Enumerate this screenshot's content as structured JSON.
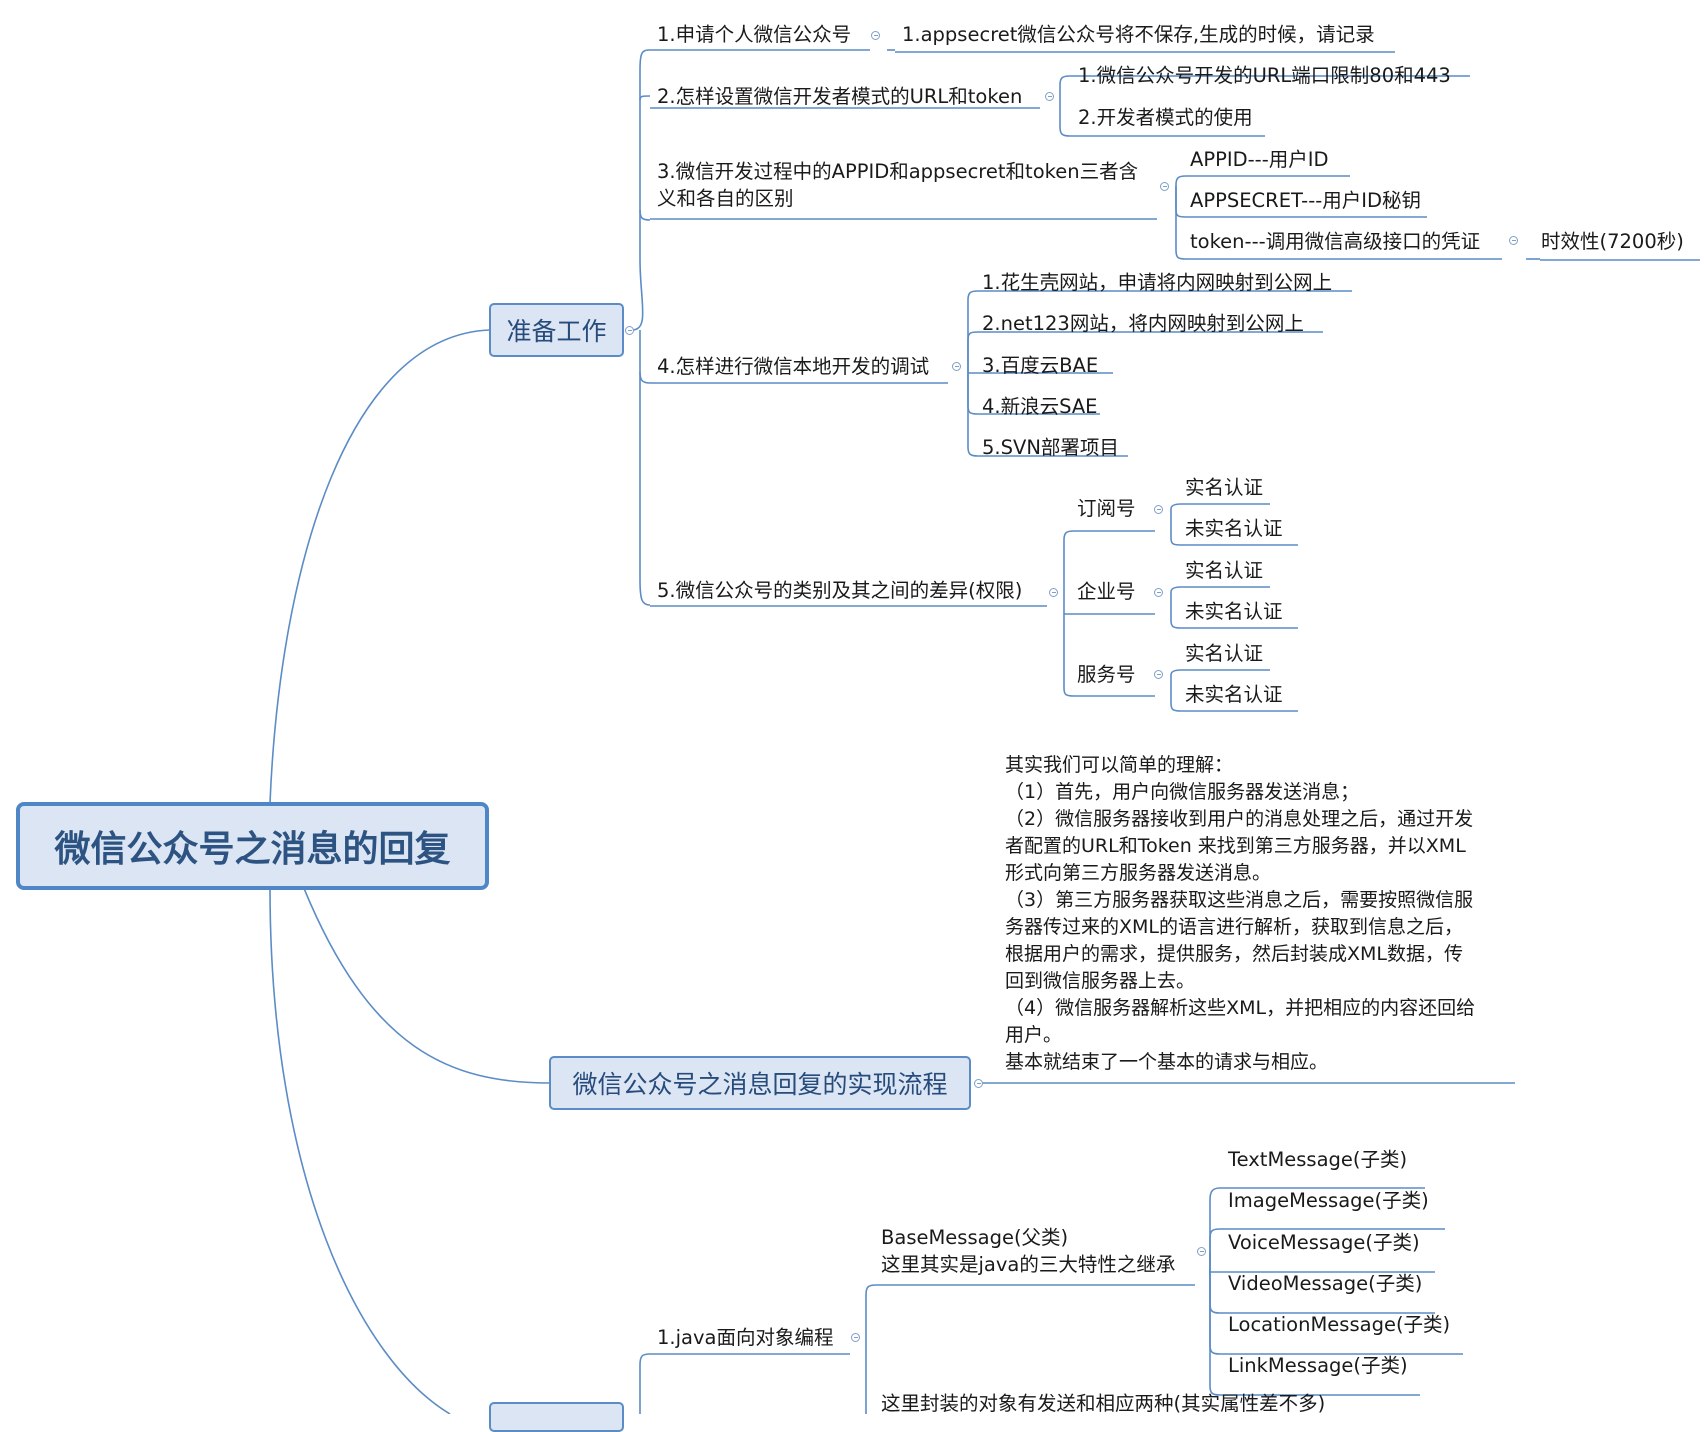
{
  "colors": {
    "connector": "#5b8cc6",
    "box_fill": "#dbe5f3",
    "box_border": "#4f86c6",
    "box_text": "#2d5382"
  },
  "root": {
    "title": "微信公众号之消息的回复"
  },
  "prep": {
    "title": "准备工作",
    "q1": {
      "label": "1.申请个人微信公众号",
      "child": "1.appsecret微信公众号将不保存,生成的时候，请记录"
    },
    "q2": {
      "label": "2.怎样设置微信开发者模式的URL和token",
      "children": [
        "1.微信公众号开发的URL端口限制80和443",
        "2.开发者模式的使用"
      ]
    },
    "q3": {
      "label": "3.微信开发过程中的APPID和appsecret和token三者含\n义和各自的区别",
      "children": [
        "APPID---用户ID",
        "APPSECRET---用户ID秘钥",
        "token---调用微信高级接口的凭证"
      ],
      "token_child": "时效性(7200秒)"
    },
    "q4": {
      "label": "4.怎样进行微信本地开发的调试",
      "children": [
        "1.花生壳网站，申请将内网映射到公网上",
        "2.net123网站，将内网映射到公网上",
        "3.百度云BAE",
        "4.新浪云SAE",
        "5.SVN部署项目"
      ]
    },
    "q5": {
      "label": "5.微信公众号的类别及其之间的差异(权限)",
      "types": [
        {
          "name": "订阅号",
          "children": [
            "实名认证",
            "未实名认证"
          ]
        },
        {
          "name": "企业号",
          "children": [
            "实名认证",
            "未实名认证"
          ]
        },
        {
          "name": "服务号",
          "children": [
            "实名认证",
            "未实名认证"
          ]
        }
      ]
    }
  },
  "flow": {
    "title": "微信公众号之消息回复的实现流程",
    "desc": "其实我们可以简单的理解：\n（1）首先，用户向微信服务器发送消息；\n（2）微信服务器接收到用户的消息处理之后，通过开发\n者配置的URL和Token 来找到第三方服务器，并以XML\n形式向第三方服务器发送消息。\n（3）第三方服务器获取这些消息之后，需要按照微信服\n务器传过来的XML的语言进行解析，获取到信息之后，\n根据用户的需求，提供服务，然后封装成XML数据，传\n回到微信服务器上去。\n（4）微信服务器解析这些XML，并把相应的内容还回给\n用户。\n基本就结束了一个基本的请求与相应。"
  },
  "java": {
    "label": "1.java面向对象编程",
    "base": "BaseMessage(父类)\n这里其实是java的三大特性之继承",
    "subclasses": [
      "TextMessage(子类)",
      "ImageMessage(子类)",
      "VoiceMessage(子类)",
      "VideoMessage(子类)",
      "LocationMessage(子类)",
      "LinkMessage(子类)"
    ],
    "note": "这里封装的对象有发送和相应两种(其实属性差不多)"
  }
}
